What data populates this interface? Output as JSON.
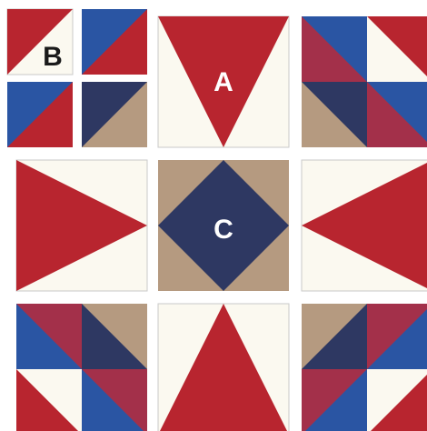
{
  "colors": {
    "red": "#b8252f",
    "cream": "#fbf9f0",
    "blue": "#2a55a3",
    "navy": "#2e3862",
    "tan": "#b59a80",
    "wine": "#a3304a",
    "outline": "#c9c9c9"
  },
  "labels": {
    "a": "A",
    "b": "B",
    "c": "C"
  }
}
